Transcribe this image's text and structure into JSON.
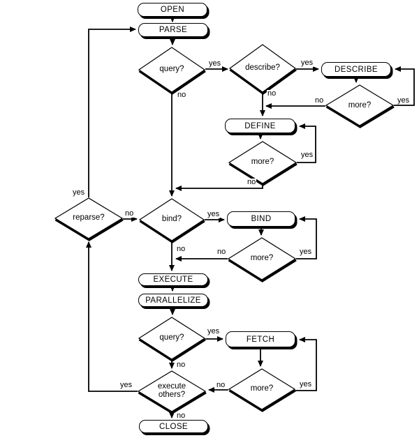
{
  "diagram": {
    "type": "flowchart",
    "colors": {
      "background": "#ffffff",
      "line": "#000000",
      "node_fill": "#ffffff"
    },
    "nodes": {
      "open": {
        "label": "OPEN"
      },
      "parse": {
        "label": "PARSE"
      },
      "describe": {
        "label": "DESCRIBE"
      },
      "define": {
        "label": "DEFINE"
      },
      "bind": {
        "label": "BIND"
      },
      "execute": {
        "label": "EXECUTE"
      },
      "parallelize": {
        "label": "PARALLELIZE"
      },
      "fetch": {
        "label": "FETCH"
      },
      "close": {
        "label": "CLOSE"
      }
    },
    "decisions": {
      "query1": {
        "label": "query?"
      },
      "describe_q": {
        "label": "describe?"
      },
      "more_describe": {
        "label": "more?"
      },
      "more_define": {
        "label": "more?"
      },
      "reparse": {
        "label": "reparse?"
      },
      "bind_q": {
        "label": "bind?"
      },
      "more_bind": {
        "label": "more?"
      },
      "query2": {
        "label": "query?"
      },
      "more_fetch": {
        "label": "more?"
      },
      "execute_others": {
        "label": "execute others?",
        "lines": [
          "execute",
          "others?"
        ]
      }
    },
    "answers": {
      "yes": "yes",
      "no": "no"
    },
    "edges": [
      {
        "from": "OPEN",
        "to": "PARSE",
        "label": ""
      },
      {
        "from": "PARSE",
        "to": "query?",
        "label": ""
      },
      {
        "from": "query?",
        "to": "describe?",
        "label": "yes"
      },
      {
        "from": "query?",
        "to": "bind?",
        "label": "no"
      },
      {
        "from": "describe?",
        "to": "DESCRIBE",
        "label": "yes"
      },
      {
        "from": "describe?",
        "to": "DEFINE",
        "label": "no"
      },
      {
        "from": "DESCRIBE",
        "to": "more? (describe)",
        "label": ""
      },
      {
        "from": "more? (describe)",
        "to": "DESCRIBE",
        "label": "yes"
      },
      {
        "from": "more? (describe)",
        "to": "DEFINE",
        "label": "no"
      },
      {
        "from": "DEFINE",
        "to": "more? (define)",
        "label": ""
      },
      {
        "from": "more? (define)",
        "to": "DEFINE",
        "label": "yes"
      },
      {
        "from": "more? (define)",
        "to": "bind?",
        "label": "no"
      },
      {
        "from": "reparse?",
        "to": "PARSE",
        "label": "yes"
      },
      {
        "from": "reparse?",
        "to": "bind?",
        "label": "no"
      },
      {
        "from": "bind?",
        "to": "BIND",
        "label": "yes"
      },
      {
        "from": "bind?",
        "to": "EXECUTE",
        "label": "no"
      },
      {
        "from": "BIND",
        "to": "more? (bind)",
        "label": ""
      },
      {
        "from": "more? (bind)",
        "to": "BIND",
        "label": "yes"
      },
      {
        "from": "more? (bind)",
        "to": "EXECUTE",
        "label": "no"
      },
      {
        "from": "EXECUTE",
        "to": "PARALLELIZE",
        "label": ""
      },
      {
        "from": "PARALLELIZE",
        "to": "query? (2)",
        "label": ""
      },
      {
        "from": "query? (2)",
        "to": "FETCH",
        "label": "yes"
      },
      {
        "from": "query? (2)",
        "to": "execute others?",
        "label": "no"
      },
      {
        "from": "FETCH",
        "to": "more? (fetch)",
        "label": ""
      },
      {
        "from": "more? (fetch)",
        "to": "FETCH",
        "label": "yes"
      },
      {
        "from": "more? (fetch)",
        "to": "execute others?",
        "label": "no"
      },
      {
        "from": "execute others?",
        "to": "reparse?",
        "label": "yes"
      },
      {
        "from": "execute others?",
        "to": "CLOSE",
        "label": "no"
      }
    ]
  }
}
